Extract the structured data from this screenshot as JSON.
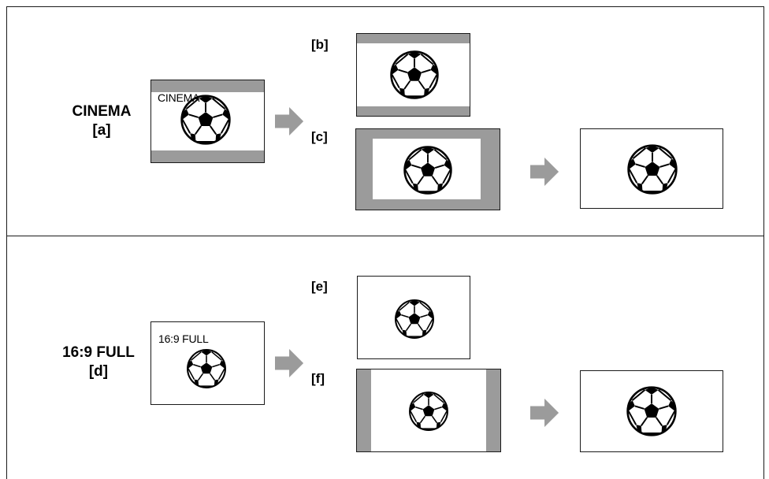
{
  "colors": {
    "bar": "#9b9b9b",
    "line": "#1a1a1a",
    "arrow": "#9b9b9b"
  },
  "top_section": {
    "mode_line1": "CINEMA",
    "mode_line2": "[a]",
    "screen_text": "CINEMA",
    "label_b": "[b]",
    "label_c": "[c]"
  },
  "bottom_section": {
    "mode_line1": "16:9 FULL",
    "mode_line2": "[d]",
    "screen_text": "16:9 FULL",
    "label_e": "[e]",
    "label_f": "[f]"
  },
  "icons": {
    "ball": "soccer-ball-icon",
    "arrow": "right-arrow-icon"
  }
}
